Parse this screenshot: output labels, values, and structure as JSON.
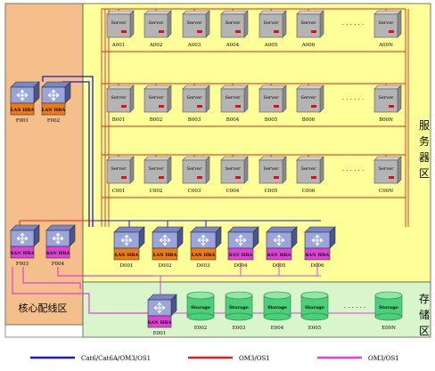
{
  "zones": {
    "core": "核心配线区",
    "server": "服务器区",
    "storage": "存储区"
  },
  "server_label": "Server",
  "storage_label": "Storage",
  "hba_label": "LAN HBA",
  "san_label": "SAN HBA",
  "dots": "· · · · · ·",
  "rows": [
    {
      "row": "A",
      "names": [
        "A001",
        "A002",
        "A003",
        "A004",
        "A005",
        "A006",
        "A00N"
      ]
    },
    {
      "row": "B",
      "names": [
        "B001",
        "B002",
        "B003",
        "B004",
        "B005",
        "B006",
        "B00N"
      ]
    },
    {
      "row": "C",
      "names": [
        "C001",
        "C002",
        "C003",
        "C004",
        "C005",
        "C006",
        "C00N"
      ]
    }
  ],
  "core_lan": [
    "F001",
    "F002"
  ],
  "core_san": [
    "F003",
    "F004"
  ],
  "dist_lan": [
    "D001",
    "D002",
    "D003"
  ],
  "dist_san": [
    "D004",
    "D005",
    "D006"
  ],
  "storage_switch": "E001",
  "storage_units": [
    "E002",
    "E003",
    "E004",
    "E005",
    "E00N"
  ],
  "legend": [
    {
      "label": "Cat6/Cat6A/OM3/OS1",
      "color": "#1a1acc"
    },
    {
      "label": "OM3/OS1",
      "color": "#e02020"
    },
    {
      "label": "OM3/OS1",
      "color": "#e040e0"
    }
  ],
  "colors": {
    "core_bg": "#f5bf8c",
    "server_bg": "#ffff99",
    "storage_bg": "#d8f5cc",
    "lan_box": "#f07a12",
    "san_box": "#e040d8",
    "storage_can": "#4ad07a",
    "server_grey": "#b4b4b4"
  }
}
